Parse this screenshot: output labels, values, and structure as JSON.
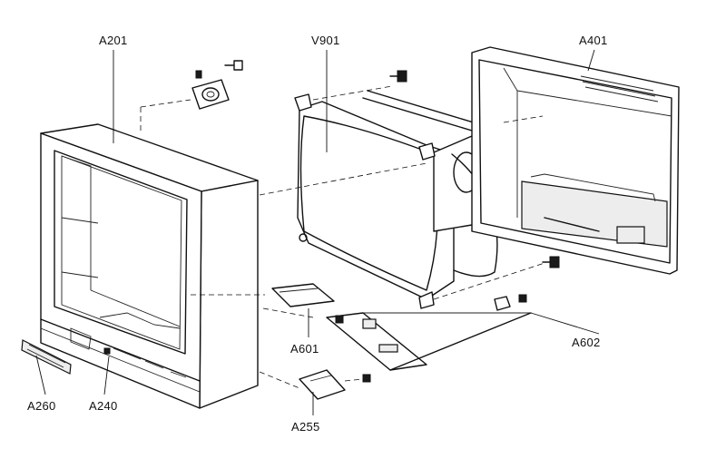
{
  "diagram": {
    "labels": {
      "a201": "A201",
      "v901": "V901",
      "a401": "A401",
      "a601": "A601",
      "a602": "A602",
      "a260": "A260",
      "a240": "A240",
      "a255": "A255"
    }
  }
}
